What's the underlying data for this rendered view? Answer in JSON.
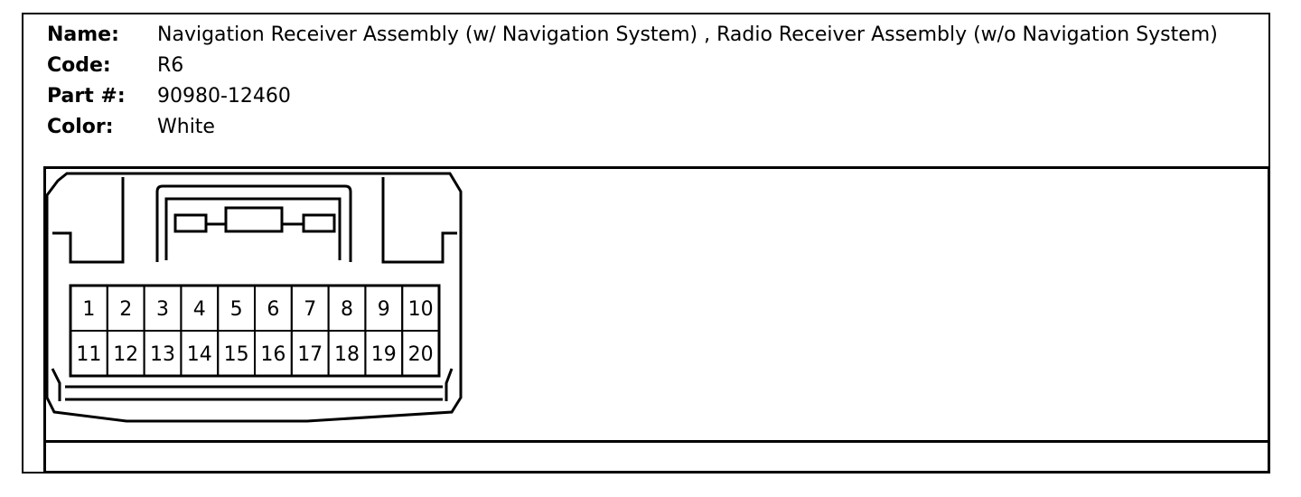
{
  "header": {
    "name_label": "Name:",
    "name_value": "Navigation Receiver Assembly (w/ Navigation System) , Radio Receiver Assembly (w/o Navigation System)",
    "code_label": "Code:",
    "code_value": "R6",
    "part_label": "Part #:",
    "part_value": "90980-12460",
    "color_label": "Color:",
    "color_value": "White"
  },
  "connector": {
    "pins_row1": [
      "1",
      "2",
      "3",
      "4",
      "5",
      "6",
      "7",
      "8",
      "9",
      "10"
    ],
    "pins_row2": [
      "11",
      "12",
      "13",
      "14",
      "15",
      "16",
      "17",
      "18",
      "19",
      "20"
    ]
  }
}
